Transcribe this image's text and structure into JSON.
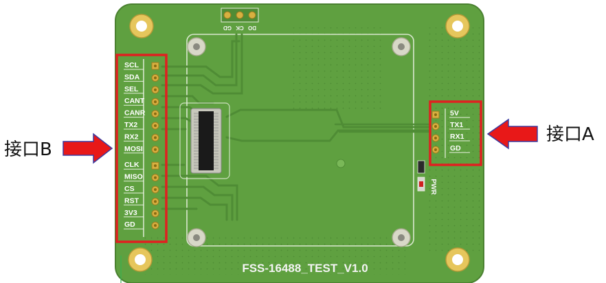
{
  "board": {
    "title": "FSS-16488_TEST_V1.0",
    "pwr_label": "PWR",
    "top_header_labels": [
      "GD",
      "CK",
      "DO"
    ]
  },
  "interface_b": {
    "callout": "接口B",
    "pins": [
      "SCL",
      "SDA",
      "SEL",
      "CANT",
      "CANR",
      "TX2",
      "RX2",
      "MOSI",
      "CLK",
      "MISO",
      "CS",
      "RST",
      "3V3",
      "GD"
    ]
  },
  "interface_a": {
    "callout": "接口A",
    "pins": [
      "5V",
      "TX1",
      "RX1",
      "GD"
    ]
  },
  "colors": {
    "pcb": "#5fa040",
    "pcb_dark": "#4f8c35",
    "highlight_box": "#e02020",
    "arrow": "#e81818",
    "pad": "#d8b040",
    "chip": "#1a1a1a"
  }
}
